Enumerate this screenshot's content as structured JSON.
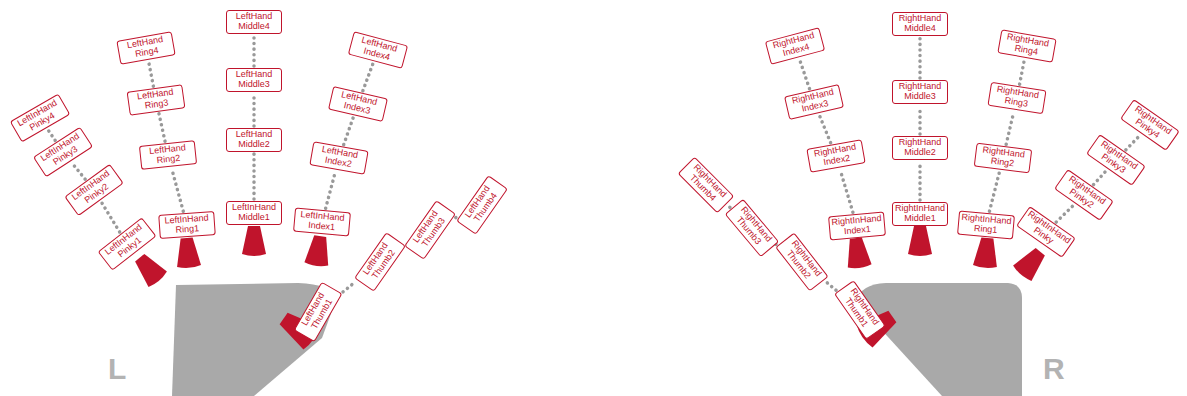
{
  "diagram": {
    "nodes": [
      {
        "text": [
          "LeftInHand Pinky1"
        ]
      },
      {
        "text": [
          "LeftInHand Pinky2"
        ]
      },
      {
        "text": [
          "LeftInHand Pinky3"
        ]
      },
      {
        "text": [
          "LeftInHand Pinky4"
        ]
      },
      {
        "text": [
          "LeftInHand Ring1"
        ]
      },
      {
        "text": [
          "LeftHand Ring2"
        ]
      },
      {
        "text": [
          "LeftHand Ring3"
        ]
      },
      {
        "text": [
          "LeftHand Ring4"
        ]
      },
      {
        "text": [
          "LeftInHand Middle1"
        ]
      },
      {
        "text": [
          "LeftHand Middle2"
        ]
      },
      {
        "text": [
          "LeftHand Middle3"
        ]
      },
      {
        "text": [
          "LeftHand Middle4"
        ]
      },
      {
        "text": [
          "LeftInHand Index1"
        ]
      },
      {
        "text": [
          "LeftHand Index2"
        ]
      },
      {
        "text": [
          "LeftHand Index3"
        ]
      },
      {
        "text": [
          "LeftHand Index4"
        ]
      },
      {
        "text": [
          "LeftHand Thumb1"
        ]
      },
      {
        "text": [
          "LeftHand Thumb2"
        ]
      },
      {
        "text": [
          "LeftHand Thumb3"
        ]
      },
      {
        "text": [
          "LeftHand Thumb4"
        ]
      },
      {
        "text": [
          "RightHand Thumb1"
        ]
      },
      {
        "text": [
          "RightHand Thumb2"
        ]
      },
      {
        "text": [
          "RightHand Thumb3"
        ]
      },
      {
        "text": [
          "RightHand Thumb4"
        ]
      },
      {
        "text": [
          "RightInHand Index1"
        ]
      },
      {
        "text": [
          "RightHand Index2"
        ]
      },
      {
        "text": [
          "RightHand Index3"
        ]
      },
      {
        "text": [
          "RightHand Index4"
        ]
      },
      {
        "text": [
          "RightInHand Middle1"
        ]
      },
      {
        "text": [
          "RightHand Middle2"
        ]
      },
      {
        "text": [
          "RightHand Middle3"
        ]
      },
      {
        "text": [
          "RightHand Middle4"
        ]
      },
      {
        "text": [
          "RightInHand Ring1"
        ]
      },
      {
        "text": [
          "RightHand Ring2"
        ]
      },
      {
        "text": [
          "RightHand Ring3"
        ]
      },
      {
        "text": [
          "RightHand Ring4"
        ]
      },
      {
        "text": [
          "RightInHand Pinky"
        ]
      },
      {
        "text": [
          "RightHand Pinky2"
        ]
      },
      {
        "text": [
          "RightHand Pinky3"
        ]
      },
      {
        "text": [
          "RightHand Pinky4"
        ]
      }
    ],
    "edges": [
      {
        "from": 0,
        "to": 1,
        "arrow": "none"
      },
      {
        "from": 1,
        "to": 2,
        "arrow": "none"
      },
      {
        "from": 2,
        "to": 3,
        "arrow": "none"
      },
      {
        "from": 4,
        "to": 5,
        "arrow": "none"
      },
      {
        "from": 5,
        "to": 6,
        "arrow": "none"
      },
      {
        "from": 6,
        "to": 7,
        "arrow": "none"
      },
      {
        "from": 8,
        "to": 9,
        "arrow": "none"
      },
      {
        "from": 9,
        "to": 10,
        "arrow": "none"
      },
      {
        "from": 10,
        "to": 11,
        "arrow": "none"
      },
      {
        "from": 12,
        "to": 13,
        "arrow": "none"
      },
      {
        "from": 13,
        "to": 14,
        "arrow": "none"
      },
      {
        "from": 14,
        "to": 15,
        "arrow": "none"
      },
      {
        "from": 16,
        "to": 17,
        "arrow": "none"
      },
      {
        "from": 17,
        "to": 18,
        "arrow": "none"
      },
      {
        "from": 18,
        "to": 19,
        "arrow": "none"
      },
      {
        "from": 20,
        "to": 21,
        "arrow": "none"
      },
      {
        "from": 21,
        "to": 22,
        "arrow": "none"
      },
      {
        "from": 22,
        "to": 23,
        "arrow": "none"
      },
      {
        "from": 24,
        "to": 25,
        "arrow": "none"
      },
      {
        "from": 25,
        "to": 26,
        "arrow": "none"
      },
      {
        "from": 26,
        "to": 27,
        "arrow": "none"
      },
      {
        "from": 28,
        "to": 29,
        "arrow": "none"
      },
      {
        "from": 29,
        "to": 30,
        "arrow": "none"
      },
      {
        "from": 30,
        "to": 31,
        "arrow": "none"
      },
      {
        "from": 32,
        "to": 33,
        "arrow": "none"
      },
      {
        "from": 33,
        "to": 34,
        "arrow": "none"
      },
      {
        "from": 34,
        "to": 35,
        "arrow": "none"
      },
      {
        "from": 36,
        "to": 37,
        "arrow": "none"
      },
      {
        "from": 37,
        "to": 38,
        "arrow": "none"
      },
      {
        "from": 38,
        "to": 39,
        "arrow": "none"
      }
    ],
    "labels": [
      "L",
      "R"
    ]
  }
}
